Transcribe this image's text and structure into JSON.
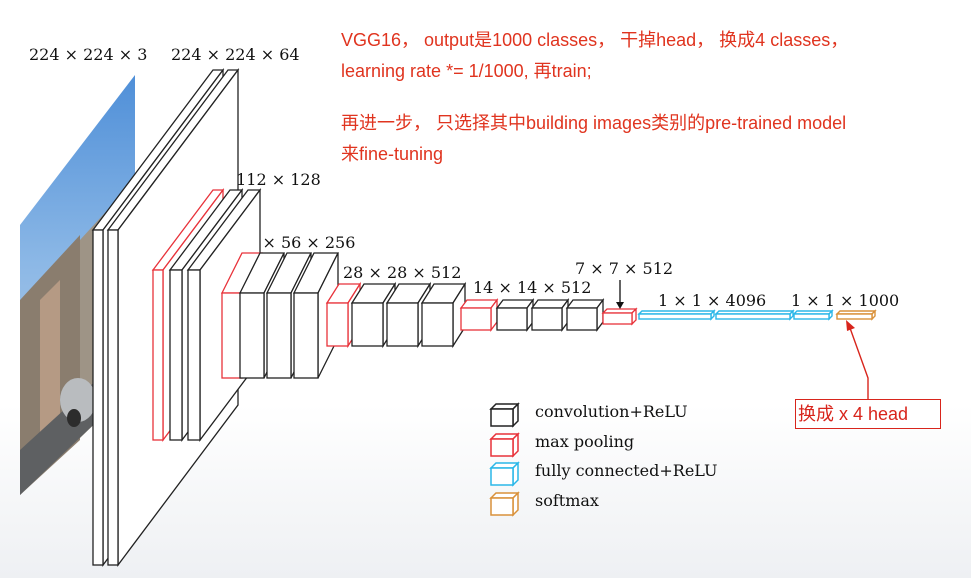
{
  "notes": {
    "line1": "VGG16， output是1000 classes， 干掉head， 换成4 classes，",
    "line2": "learning rate *= 1/1000, 再train;",
    "line3": "再进一步， 只选择其中building images类别的pre-trained model",
    "line4": "来fine-tuning"
  },
  "dims": {
    "input": "224 × 224 × 3",
    "conv1": "224 × 224 × 64",
    "conv2": "112 × 112 × 128",
    "conv3": "56 × 56 × 256",
    "conv4": "28 × 28 × 512",
    "conv5": "14 × 14 × 512",
    "pool5": "7 × 7 × 512",
    "fc": "1 × 1 × 4096",
    "out": "1 × 1 × 1000"
  },
  "legend": [
    {
      "label": "convolution+ReLU",
      "color": "#222222"
    },
    {
      "label": "max pooling",
      "color": "#e8323a"
    },
    {
      "label": "fully connected+ReLU",
      "color": "#2bb7e8"
    },
    {
      "label": "softmax",
      "color": "#d9913a"
    }
  ],
  "callout": {
    "label": "换成 x 4 head",
    "color": "#d8251c"
  },
  "colors": {
    "conv": "#222222",
    "pool": "#e8323a",
    "fc": "#2bb7e8",
    "softmax": "#d9913a",
    "note": "#e0341f"
  }
}
